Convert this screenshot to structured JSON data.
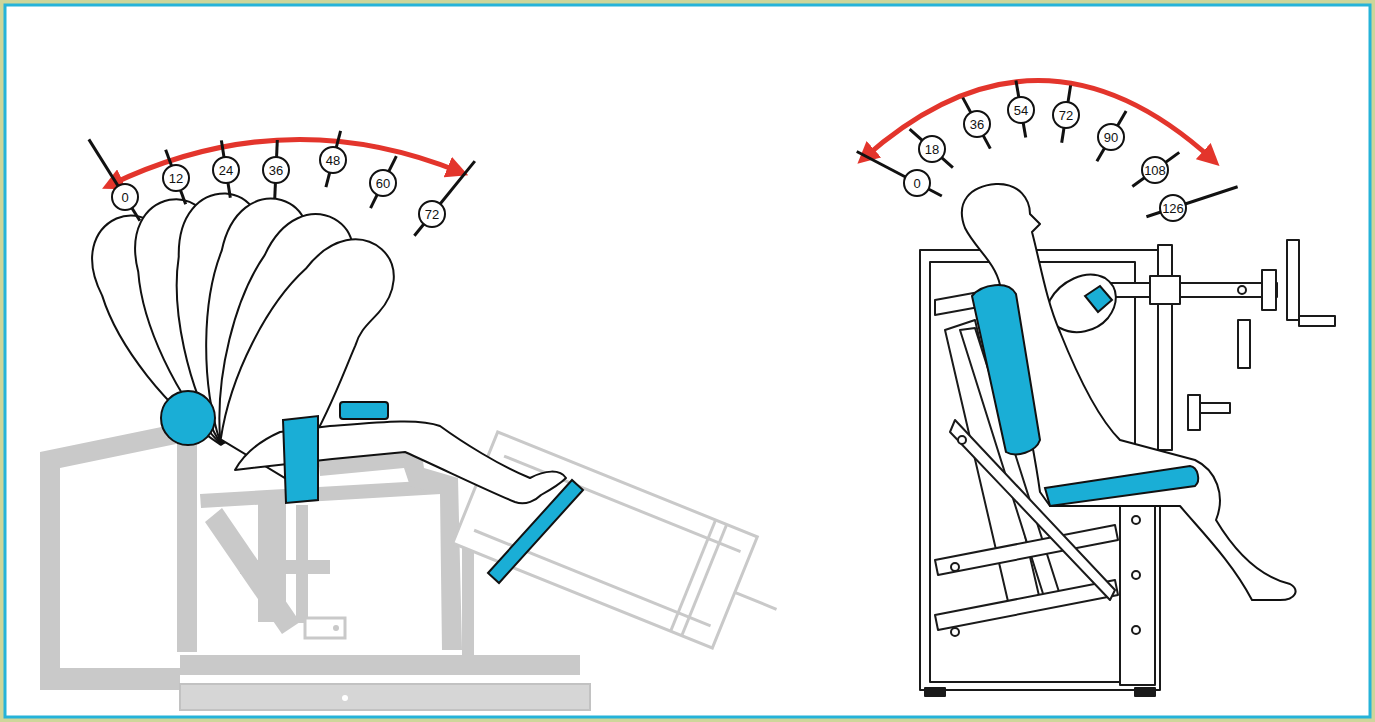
{
  "diagram": {
    "nodes": [
      {
        "text": [
          "0"
        ]
      },
      {
        "text": [
          "12"
        ]
      },
      {
        "text": [
          "24"
        ]
      },
      {
        "text": [
          "36"
        ]
      },
      {
        "text": [
          "48"
        ]
      },
      {
        "text": [
          "60"
        ]
      },
      {
        "text": [
          "72"
        ]
      },
      {
        "text": [
          "0"
        ]
      },
      {
        "text": [
          "18"
        ]
      },
      {
        "text": [
          "36"
        ]
      },
      {
        "text": [
          "54"
        ]
      },
      {
        "text": [
          "72"
        ]
      },
      {
        "text": [
          "90"
        ]
      },
      {
        "text": [
          "108"
        ]
      },
      {
        "text": [
          "126"
        ]
      }
    ]
  }
}
